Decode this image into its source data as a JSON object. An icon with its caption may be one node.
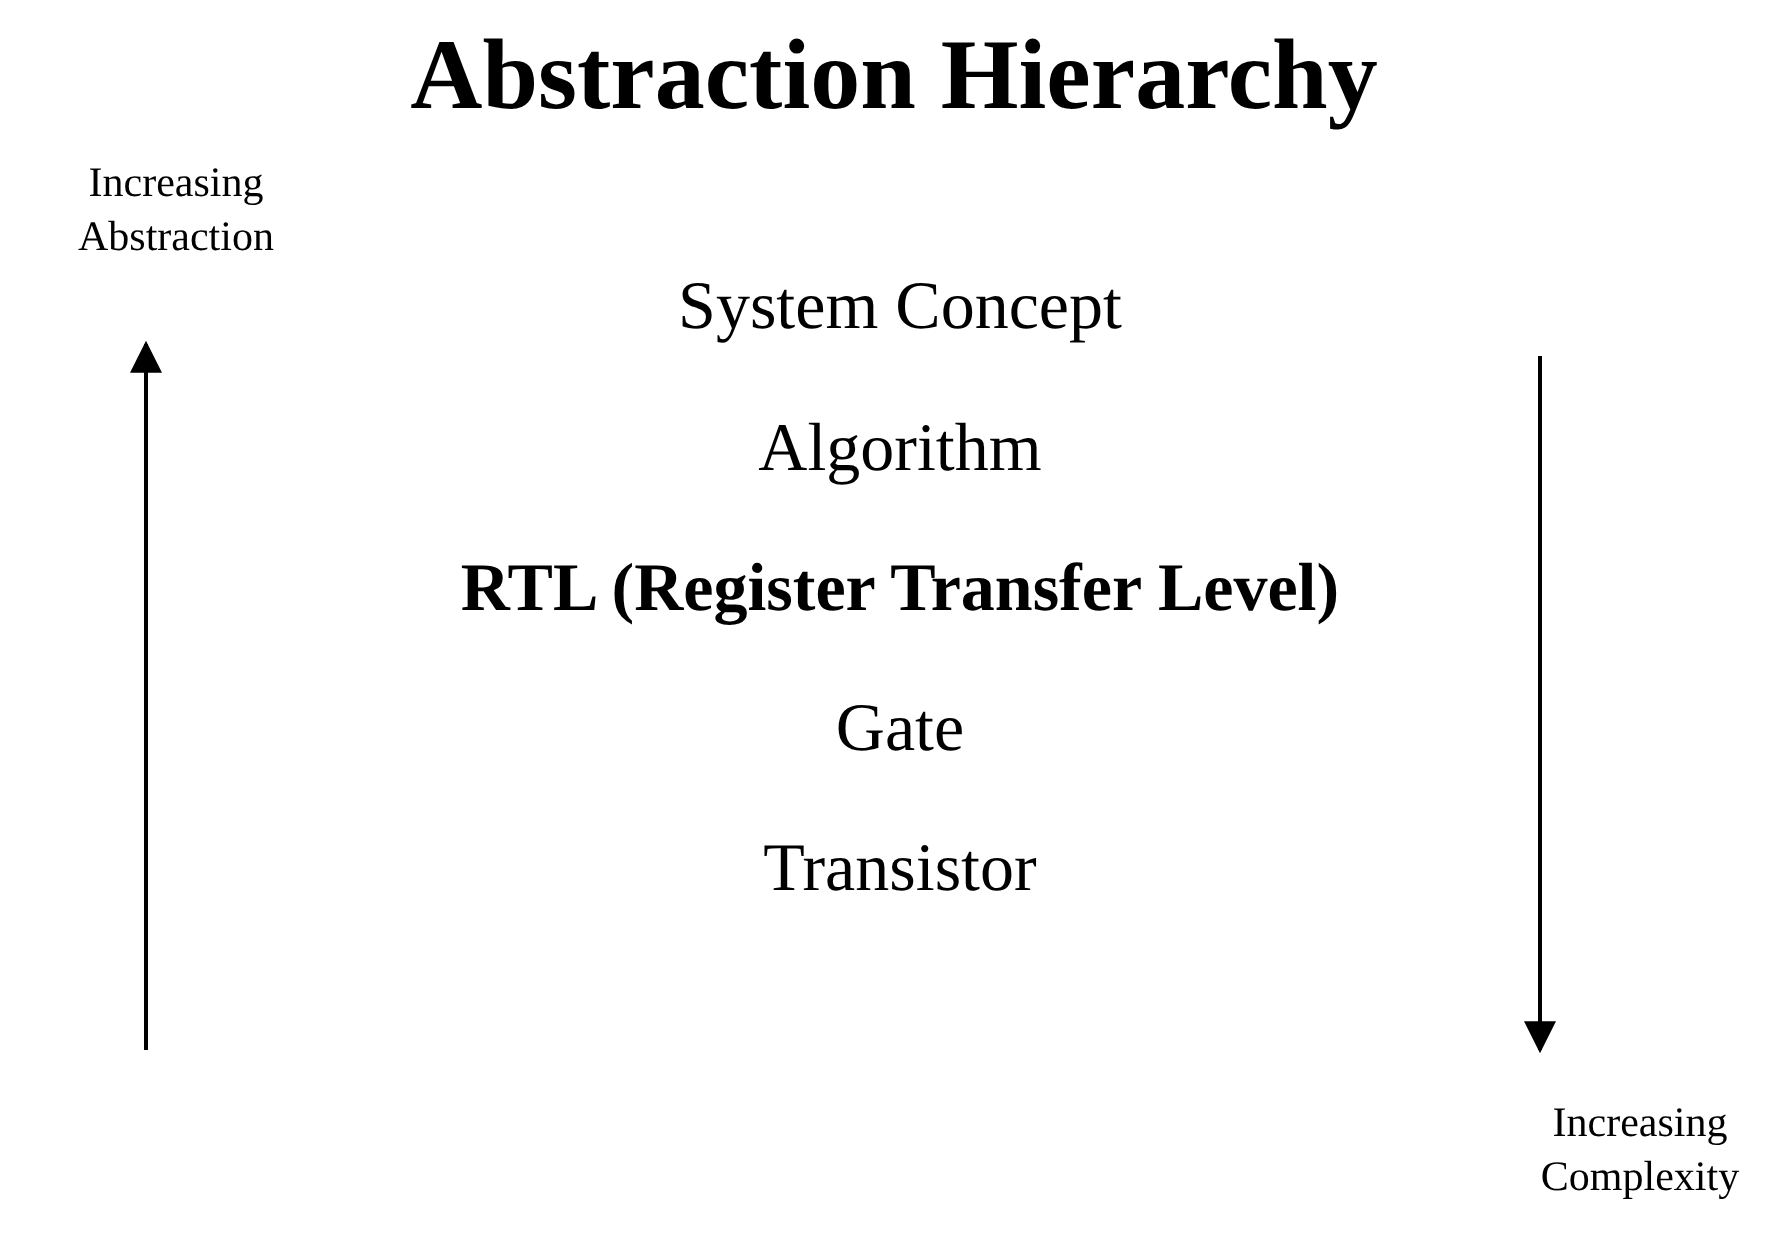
{
  "diagram": {
    "title": "Abstraction Hierarchy",
    "labels": [
      "Increasing Abstraction",
      "System Concept",
      "Algorithm",
      "RTL (Register Transfer Level)",
      "Gate",
      "Transistor",
      "Increasing Complexity"
    ]
  }
}
